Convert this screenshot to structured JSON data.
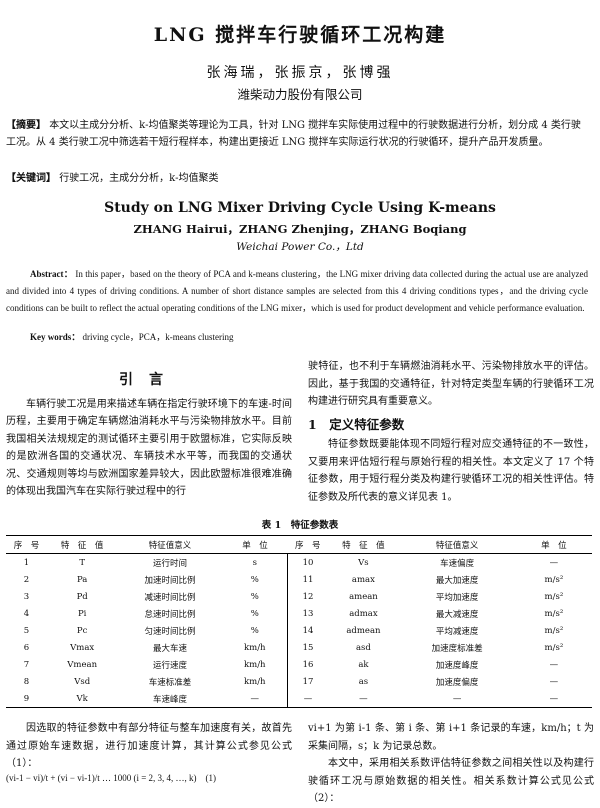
{
  "header": {
    "title": "LNG 搅拌车行驶循环工况构建",
    "authors": "张海瑞，张振京，张博强",
    "affiliation": "潍柴动力股份有限公司"
  },
  "abstract_cn": {
    "label": "【摘要】",
    "text": "本文以主成分分析、k-均值聚类等理论为工具，针对 LNG 搅拌车实际使用过程中的行驶数据进行分析，划分成 4 类行驶工况。从 4 类行驶工况中筛选若干短行程样本，构建出更接近 LNG 搅拌车实际运行状况的行驶循环，提升产品开发质量。"
  },
  "keywords_cn": {
    "label": "【关键词】",
    "text": "行驶工况，主成分分析，k-均值聚类"
  },
  "english": {
    "title": "Study on LNG Mixer Driving Cycle Using K-means",
    "authors": "ZHANG Hairui，ZHANG Zhenjing，ZHANG Boqiang",
    "affiliation": "Weichai Power Co.，Ltd",
    "abstract_label": "Abstract：",
    "abstract_text": "In this paper，based on the theory of PCA and k-means clustering，the LNG mixer driving data collected during the actual use are analyzed and divided into 4 types of driving conditions. A number of short distance samples are selected from this 4 driving conditions types，and the driving cycle conditions can be built to reflect the actual operating conditions of the LNG mixer，which is used for product development and vehicle performance evaluation.",
    "keywords_label": "Key words：",
    "keywords_text": "driving cycle，PCA，k-means clustering"
  },
  "intro": {
    "heading": "引言",
    "left_text": "车辆行驶工况是用来描述车辆在指定行驶环境下的车速-时间历程，主要用于确定车辆燃油消耗水平与污染物排放水平。目前我国相关法规规定的测试循环主要引用于欧盟标准，它实际反映的是欧洲各国的交通状况、车辆技术水平等，而我国的交通状况、交通规则等均与欧洲国家差异较大，因此欧盟标准很难准确的体现出我国汽车在实际行驶过程中的行",
    "right_text": "驶特征，也不利于车辆燃油消耗水平、污染物排放水平的评估。因此，基于我国的交通特征，针对特定类型车辆的行驶循环工况构建进行研究具有重要意义。"
  },
  "section1": {
    "heading": "1　定义特征参数",
    "text": "特征参数既要能体现不同短行程对应交通特征的不一致性，又要用来评估短行程与原始行程的相关性。本文定义了 17 个特征参数，用于短行程分类及构建行驶循环工况的相关性评估。特征参数及所代表的意义详见表 1。"
  },
  "table": {
    "caption": "表 1　特征参数表",
    "headers": [
      "序　号",
      "特　征　值",
      "特征值意义",
      "单　位",
      "序　号",
      "特　征　值",
      "特征值意义",
      "单　位"
    ],
    "left_rows": [
      [
        "1",
        "T",
        "运行时间",
        "s"
      ],
      [
        "2",
        "Pa",
        "加速时间比例",
        "%"
      ],
      [
        "3",
        "Pd",
        "减速时间比例",
        "%"
      ],
      [
        "4",
        "Pi",
        "怠速时间比例",
        "%"
      ],
      [
        "5",
        "Pc",
        "匀速时间比例",
        "%"
      ],
      [
        "6",
        "Vmax",
        "最大车速",
        "km/h"
      ],
      [
        "7",
        "Vmean",
        "运行速度",
        "km/h"
      ],
      [
        "8",
        "Vsd",
        "车速标准差",
        "km/h"
      ],
      [
        "9",
        "Vk",
        "车速峰度",
        "—"
      ]
    ],
    "right_rows": [
      [
        "10",
        "Vs",
        "车速偏度",
        "—"
      ],
      [
        "11",
        "amax",
        "最大加速度",
        "m/s²"
      ],
      [
        "12",
        "amean",
        "平均加速度",
        "m/s²"
      ],
      [
        "13",
        "admax",
        "最大减速度",
        "m/s²"
      ],
      [
        "14",
        "admean",
        "平均减速度",
        "m/s²"
      ],
      [
        "15",
        "asd",
        "加速度标准差",
        "m/s²"
      ],
      [
        "16",
        "ak",
        "加速度峰度",
        "—"
      ],
      [
        "17",
        "as",
        "加速度偏度",
        "—"
      ],
      [
        "—",
        "—",
        "—",
        "—"
      ]
    ]
  },
  "after_table": {
    "left_text": "因选取的特征参数中有部分特征与整车加速度有关，故首先通过原始车速数据，进行加速度计算，其计算公式参见公式（1）：",
    "right_text1": "vi+1 为第 i-1 条、第 i 条、第 i+1 条记录的车速，km/h；t 为采集间隔，s；k 为记录总数。",
    "right_text2": "本文中，采用相关系数评估特征参数之间相关性以及构建行驶循环工况与原始数据的相关性。相关系数计算公式见公式（2）：",
    "formula": "(vi-1 − vi)/t + (vi − vi-1)/t … 1000 (i = 2, 3, 4, …, k)　(1)"
  }
}
